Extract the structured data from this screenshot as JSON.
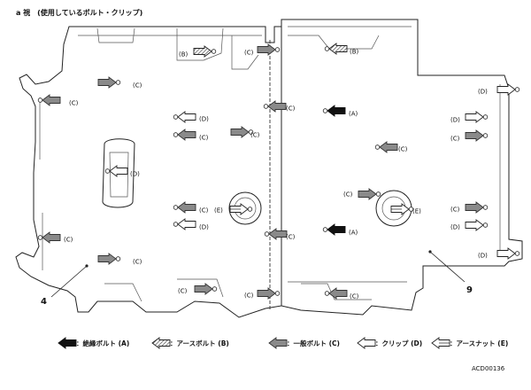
{
  "title": "a 視　(使用しているボルト・クリップ)",
  "parts": [
    {
      "id": "4",
      "label": "4"
    },
    {
      "id": "9",
      "label": "9"
    }
  ],
  "callouts": {
    "A": "(A)",
    "B": "(B)",
    "C": "(C)",
    "D": "(D)",
    "E": "(E)"
  },
  "legend": [
    {
      "key": "A",
      "text": "：絶縁ボルト (A)",
      "icon": "solid-arrow-icon"
    },
    {
      "key": "B",
      "text": "：アースボルト (B)",
      "icon": "hatched-arrow-icon"
    },
    {
      "key": "C",
      "text": "：一般ボルト (C)",
      "icon": "gray-arrow-icon"
    },
    {
      "key": "D",
      "text": "：クリップ (D)",
      "icon": "outline-arrow-icon"
    },
    {
      "key": "E",
      "text": "：アースナット (E)",
      "icon": "double-line-arrow-icon"
    }
  ],
  "code": "ACD00136",
  "colors": {
    "solid": "#111111",
    "gray": "#8a8a8a",
    "outline": "#ffffff",
    "line": "#222222"
  }
}
